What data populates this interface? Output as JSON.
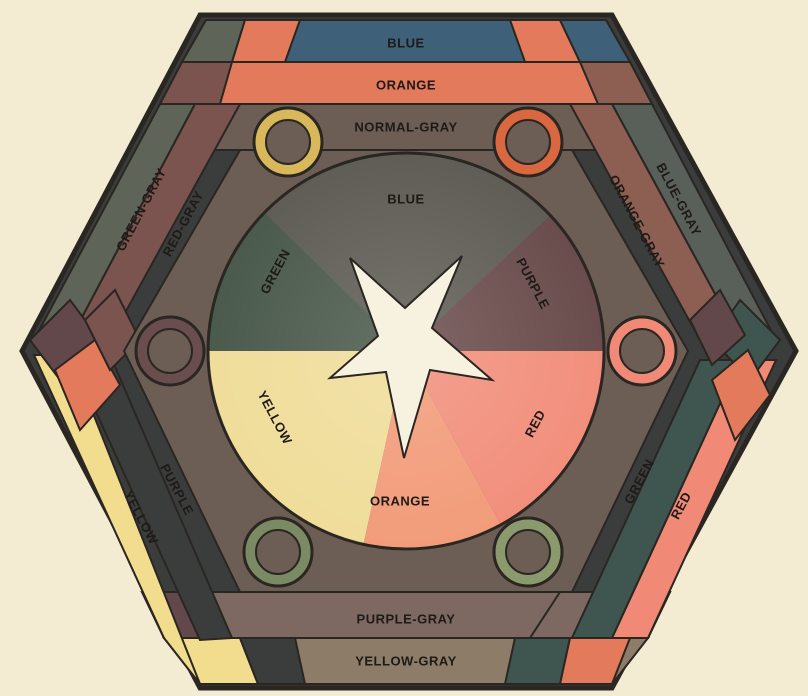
{
  "colors": {
    "paper": "#f3ecd2",
    "outline": "#2a2622",
    "blue": "#3f6079",
    "orange": "#e27a5b",
    "red": "#f08a77",
    "purple": "#62484a",
    "green": "#3f5650",
    "yellow": "#f2dc8d",
    "normal_gray": "#6c5e55",
    "blue_gray": "#59605a",
    "orange_gray": "#8d5f52",
    "red_gray": "#7b5450",
    "green_gray": "#5f6458",
    "purple_gray": "#7d6862",
    "yellow_gray": "#8d7c68",
    "corner_dark": "#3b3d3d",
    "star": "#f7f2e0"
  },
  "bands": {
    "top_outer": "BLUE",
    "top_middle": "ORANGE",
    "top_inner": "NORMAL-GRAY",
    "upper_right_outer": "BLUE-GRAY",
    "upper_right_inner": "ORANGE-GRAY",
    "upper_left_outer": "GREEN-GRAY",
    "upper_left_inner": "RED-GRAY",
    "lower_left_outer": "YELLOW",
    "lower_left_inner": "PURPLE",
    "lower_right_outer": "RED",
    "lower_right_inner": "GREEN",
    "bottom_inner": "PURPLE-GRAY",
    "bottom_outer": "YELLOW-GRAY"
  },
  "wheel": {
    "top": "BLUE",
    "upper_right": "PURPLE",
    "lower_right": "RED",
    "bottom": "ORANGE",
    "lower_left": "YELLOW",
    "upper_left": "GREEN"
  },
  "rings": [
    {
      "name": "yellow-ring",
      "color": "#d8b85a"
    },
    {
      "name": "orange-ring",
      "color": "#d9673f"
    },
    {
      "name": "red-ring",
      "color": "#f08a77"
    },
    {
      "name": "green-ring",
      "color": "#8a9a6c"
    },
    {
      "name": "olive-ring",
      "color": "#7a8a62"
    },
    {
      "name": "purple-ring",
      "color": "#6a4d4d"
    }
  ]
}
